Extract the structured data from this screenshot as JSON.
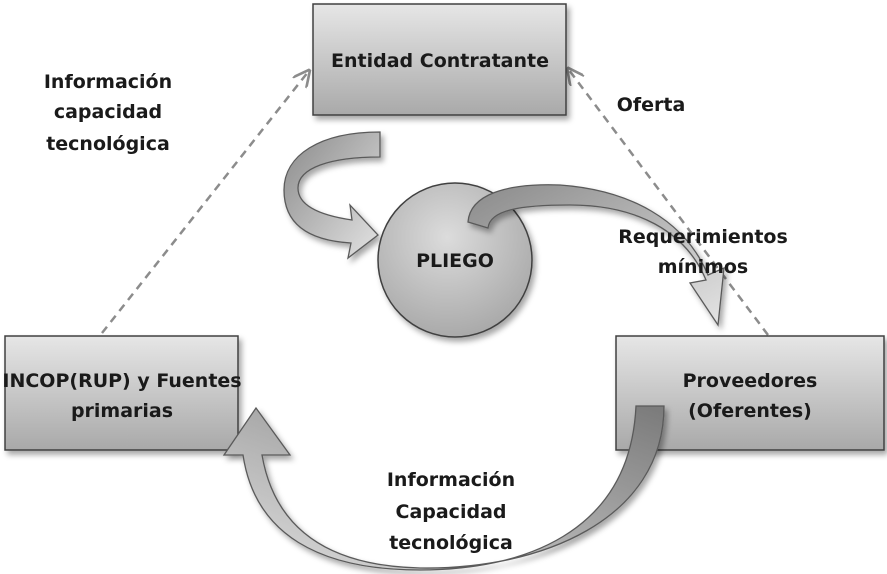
{
  "nodes": {
    "entidad": {
      "label": "Entidad Contratante"
    },
    "pliego": {
      "label": "PLIEGO"
    },
    "incop": {
      "line1": "INCOP(RUP) y Fuentes",
      "line2": "primarias"
    },
    "proveedores": {
      "line1": "Proveedores",
      "line2": "(Oferentes)"
    }
  },
  "labels": {
    "info_left": {
      "line1": "Información",
      "line2": "capacidad",
      "line3": "tecnológica"
    },
    "oferta": {
      "text": "Oferta"
    },
    "requerimientos": {
      "line1": "Requerimientos",
      "line2": "mínimos"
    },
    "info_bottom": {
      "line1": "Información",
      "line2": "Capacidad",
      "line3": "tecnológica"
    }
  },
  "colors": {
    "box_fill_light": "#d9d9d9",
    "box_fill_dark": "#a6a6a6",
    "border": "#404040",
    "dashed": "#8c8c8c"
  }
}
